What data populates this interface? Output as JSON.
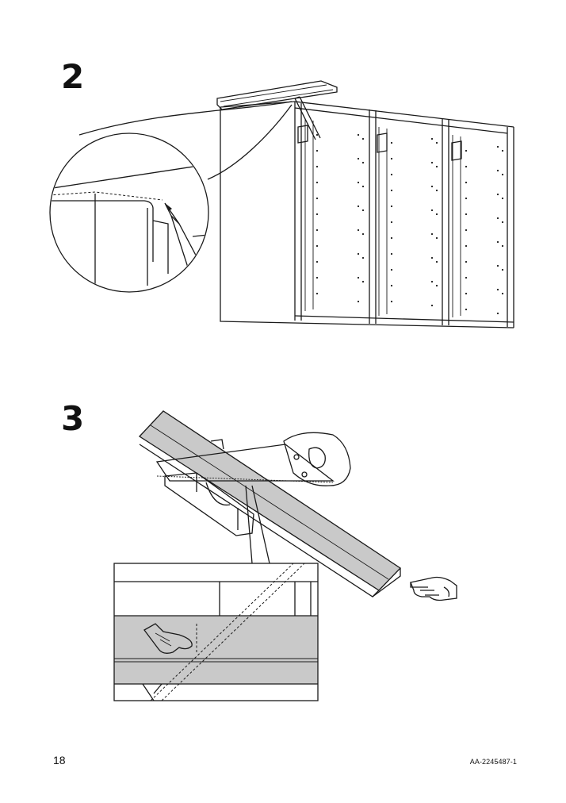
{
  "steps": [
    {
      "number": "2"
    },
    {
      "number": "3"
    }
  ],
  "footer": {
    "page_number": "18",
    "document_code": "AA-2245487-1"
  },
  "colors": {
    "line": "#1a1a1a",
    "panel_fill": "#c9c9c9",
    "background": "#ffffff"
  },
  "icons": [
    "pencil-icon",
    "saw-icon",
    "miter-box-icon",
    "pointing-hand-icon"
  ]
}
